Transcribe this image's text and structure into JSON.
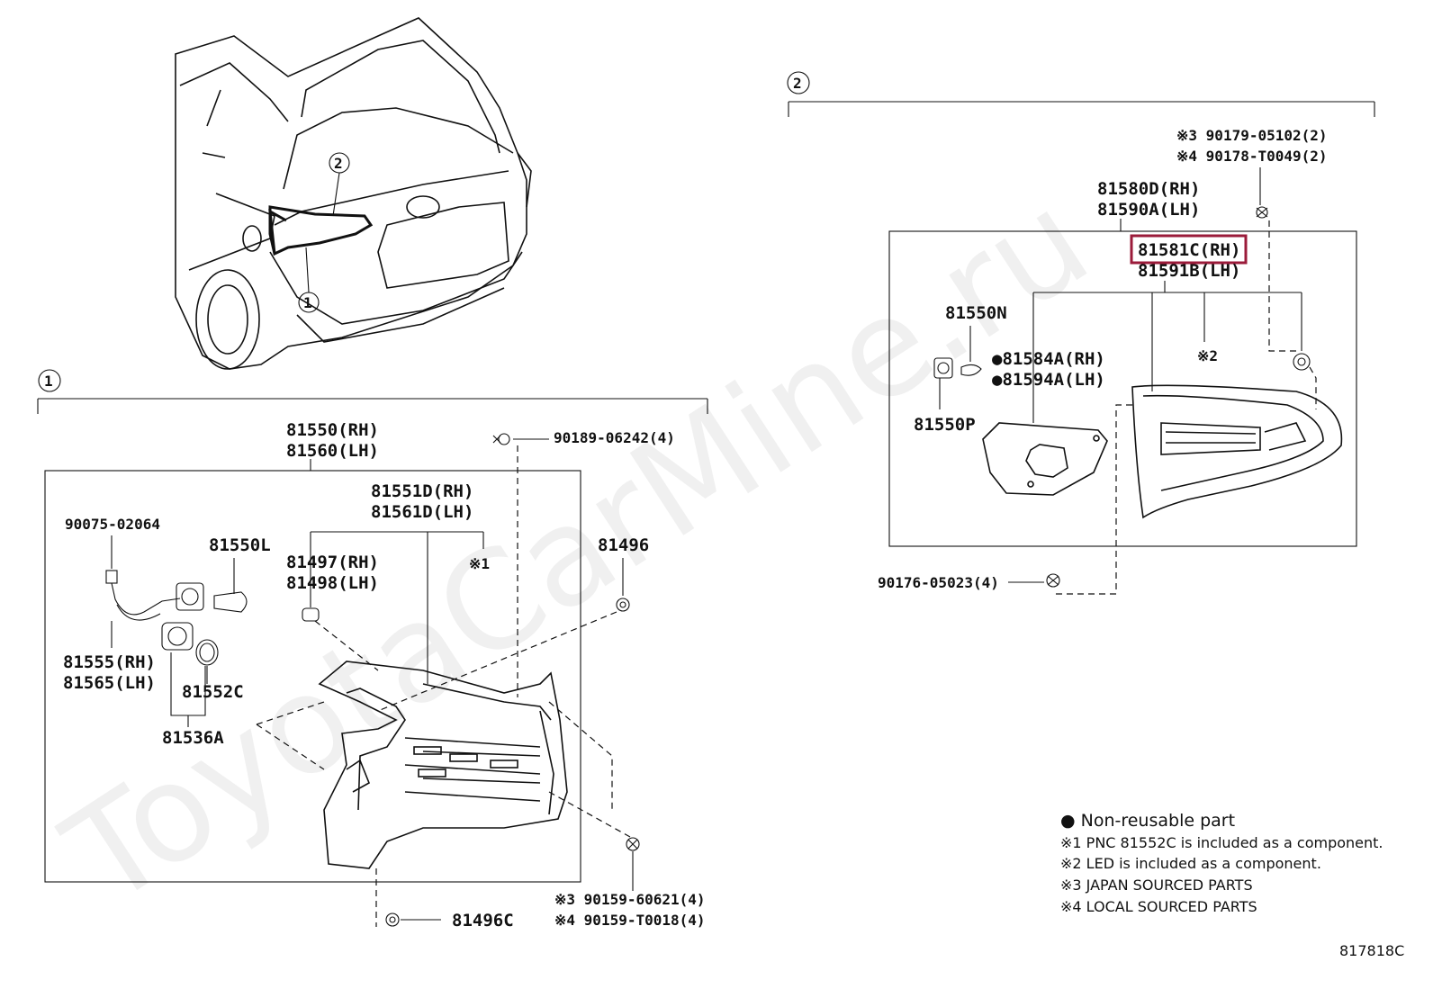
{
  "watermark": "ToyotaCarMine.ru",
  "diagram_code": "817818C",
  "callouts": {
    "view_1": "1",
    "view_2": "2",
    "car_1": "1",
    "car_2": "2"
  },
  "section1": {
    "lamp_assy_rh": "81550(RH)",
    "lamp_assy_lh": "81560(LH)",
    "screw_top": "90189-06242(4)",
    "lens_rh": "81551D(RH)",
    "lens_lh": "81561D(LH)",
    "note_ref_1": "※1",
    "wire_screw": "90075-02064",
    "bulb_l": "81550L",
    "cushion_rh": "81497(RH)",
    "cushion_lh": "81498(LH)",
    "grommet": "81496",
    "wire_rh": "81555(RH)",
    "wire_lh": "81565(LH)",
    "gasket": "81552C",
    "socket": "81536A",
    "screw_bottom_jp": "※3 90159-60621(4)",
    "screw_bottom_local": "※4 90159-T0018(4)",
    "clip_bottom": "81496C"
  },
  "section2": {
    "screw_jp": "※3 90179-05102(2)",
    "screw_local": "※4 90178-T0049(2)",
    "lamp_assy_rh": "81580D(RH)",
    "lamp_assy_lh": "81590A(LH)",
    "lens_rh_highlighted": "81581C(RH)",
    "lens_lh": "81591B(LH)",
    "bulb_n": "81550N",
    "cover_rh": "●81584A(RH)",
    "cover_lh": "●81594A(LH)",
    "note_ref_2": "※2",
    "socket_p": "81550P",
    "nut": "90176-05023(4)"
  },
  "legend": {
    "nonreusable": "● Non-reusable part",
    "note1": "※1 PNC 81552C is included as a component.",
    "note2": "※2 LED is included as a component.",
    "note3": "※3 JAPAN SOURCED PARTS",
    "note4": "※4 LOCAL SOURCED PARTS"
  },
  "colors": {
    "highlight_box": "#9b1b3a",
    "line": "#111111"
  }
}
